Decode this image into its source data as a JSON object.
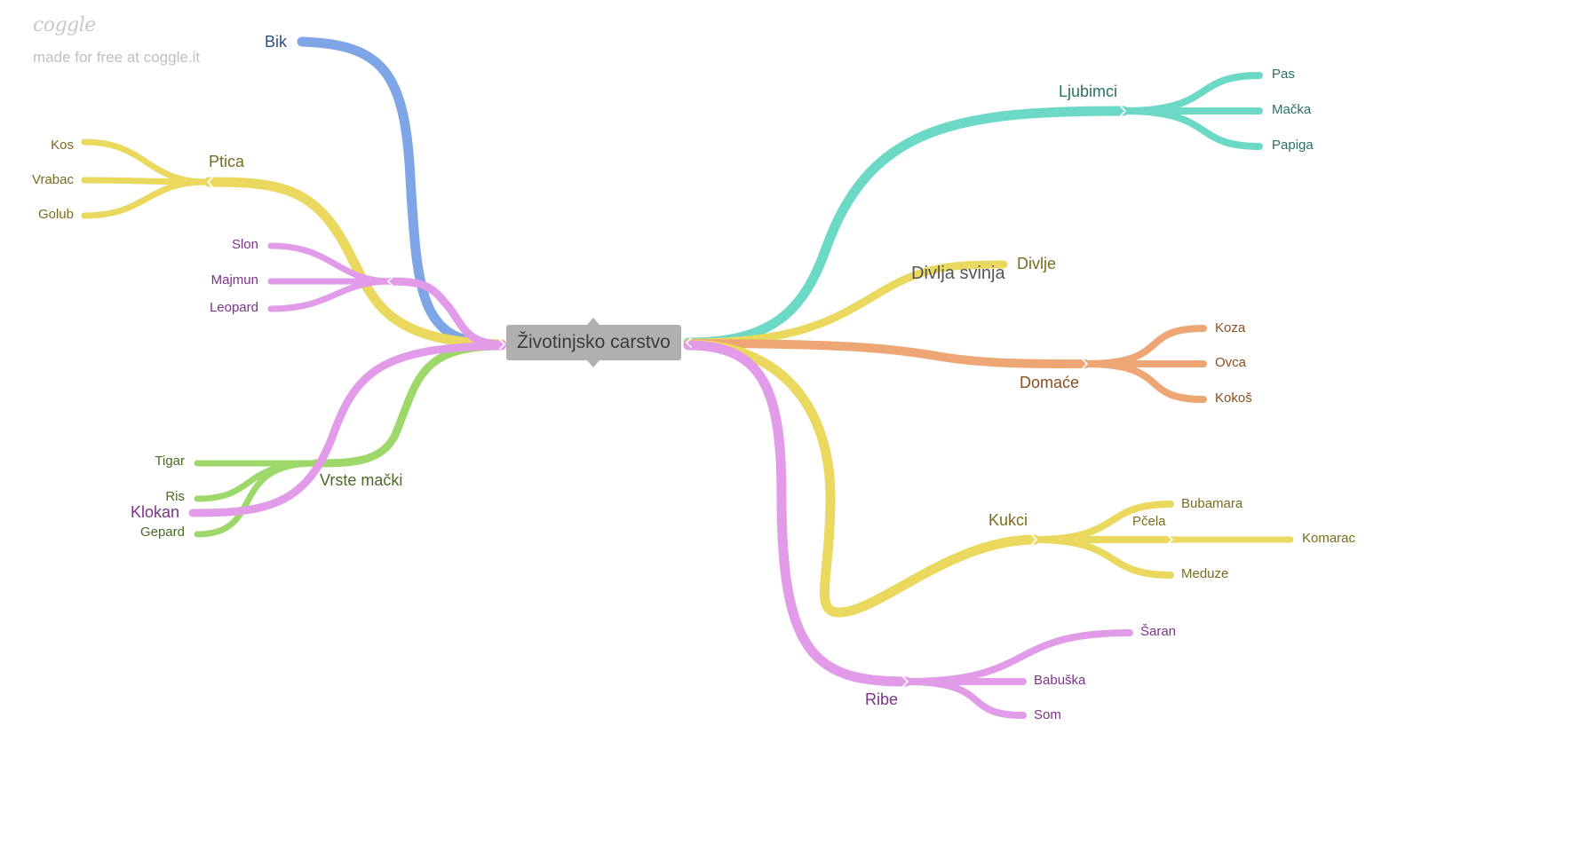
{
  "branding": {
    "logo": "coggle",
    "tagline": "made for free at coggle.it"
  },
  "root": {
    "label": "Životinjsko carstvo"
  },
  "colors": {
    "blue": "#7ea5e6",
    "yellow": "#ead95e",
    "purple": "#e29be9",
    "green": "#9ed86a",
    "teal": "#6cd8c6",
    "orange": "#eea674",
    "text_olive": "#7a6c1e",
    "text_purple": "#7a3388",
    "text_green": "#4a6a26",
    "text_teal": "#2c6f63",
    "text_brown": "#8a4e20",
    "text_blue": "#2f4f86",
    "text_gray": "#555555"
  },
  "nodes": {
    "bik": "Bik",
    "ptica": "Ptica",
    "kos": "Kos",
    "vrabac": "Vrabac",
    "golub": "Golub",
    "slon": "Slon",
    "majmun": "Majmun",
    "leopard": "Leopard",
    "vrste_macki": "Vrste mački",
    "tigar": "Tigar",
    "ris": "Ris",
    "klokan": "Klokan",
    "gepard": "Gepard",
    "ljubimci": "Ljubimci",
    "pas": "Pas",
    "macka": "Mačka",
    "papiga": "Papiga",
    "divlje": "Divlje",
    "divlja_svinja": "Divlja svinja",
    "domace": "Domaće",
    "koza": "Koza",
    "ovca": "Ovca",
    "kokos": "Kokoš",
    "kukci": "Kukci",
    "bubamara": "Bubamara",
    "pcela": "Pčela",
    "komarac": "Komarac",
    "meduze": "Meduze",
    "ribe": "Ribe",
    "saran": "Šaran",
    "babuska": "Babuška",
    "som": "Som"
  }
}
